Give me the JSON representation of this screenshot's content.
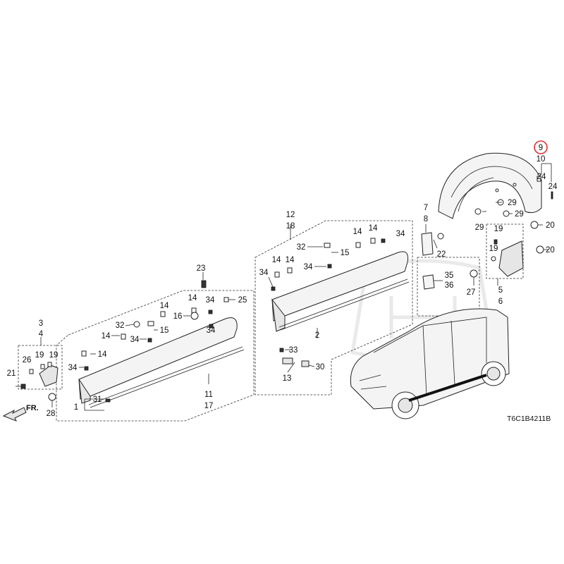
{
  "diagram_code": "T6C1B4211B",
  "front_arrow_label": "FR.",
  "highlight_color": "#e0303a",
  "callouts": [
    {
      "id": "c9",
      "label": "9",
      "highlighted": true
    },
    {
      "id": "c10",
      "label": "10"
    },
    {
      "id": "c24a",
      "label": "24"
    },
    {
      "id": "c24b",
      "label": "24"
    },
    {
      "id": "c29a",
      "label": "29"
    },
    {
      "id": "c29b",
      "label": "29"
    },
    {
      "id": "c29c",
      "label": "29"
    },
    {
      "id": "c20a",
      "label": "20"
    },
    {
      "id": "c20b",
      "label": "20"
    },
    {
      "id": "c19a",
      "label": "19"
    },
    {
      "id": "c19b",
      "label": "19"
    },
    {
      "id": "c5",
      "label": "5"
    },
    {
      "id": "c6",
      "label": "6"
    },
    {
      "id": "c27",
      "label": "27"
    },
    {
      "id": "c7",
      "label": "7"
    },
    {
      "id": "c8",
      "label": "8"
    },
    {
      "id": "c22",
      "label": "22"
    },
    {
      "id": "c35",
      "label": "35"
    },
    {
      "id": "c36",
      "label": "36"
    },
    {
      "id": "c12",
      "label": "12"
    },
    {
      "id": "c18",
      "label": "18"
    },
    {
      "id": "c14a",
      "label": "14"
    },
    {
      "id": "c14b",
      "label": "14"
    },
    {
      "id": "c34a",
      "label": "34"
    },
    {
      "id": "c32a",
      "label": "32"
    },
    {
      "id": "c15a",
      "label": "15"
    },
    {
      "id": "c34b",
      "label": "34"
    },
    {
      "id": "c14c",
      "label": "14"
    },
    {
      "id": "c14d",
      "label": "14"
    },
    {
      "id": "c34c",
      "label": "34"
    },
    {
      "id": "c2",
      "label": "2"
    },
    {
      "id": "c33",
      "label": "33"
    },
    {
      "id": "c30",
      "label": "30"
    },
    {
      "id": "c13",
      "label": "13"
    },
    {
      "id": "c23",
      "label": "23"
    },
    {
      "id": "c25",
      "label": "25"
    },
    {
      "id": "c14e",
      "label": "14"
    },
    {
      "id": "c14f",
      "label": "14"
    },
    {
      "id": "c34d",
      "label": "34"
    },
    {
      "id": "c16",
      "label": "16"
    },
    {
      "id": "c34e",
      "label": "34"
    },
    {
      "id": "c32b",
      "label": "32"
    },
    {
      "id": "c15b",
      "label": "15"
    },
    {
      "id": "c14g",
      "label": "14"
    },
    {
      "id": "c34f",
      "label": "34"
    },
    {
      "id": "c11",
      "label": "11"
    },
    {
      "id": "c17",
      "label": "17"
    },
    {
      "id": "c31",
      "label": "31"
    },
    {
      "id": "c1",
      "label": "1"
    },
    {
      "id": "c3",
      "label": "3"
    },
    {
      "id": "c4",
      "label": "4"
    },
    {
      "id": "c26",
      "label": "26"
    },
    {
      "id": "c19c",
      "label": "19"
    },
    {
      "id": "c19d",
      "label": "19"
    },
    {
      "id": "c14h",
      "label": "14"
    },
    {
      "id": "c34g",
      "label": "34"
    },
    {
      "id": "c21",
      "label": "21"
    },
    {
      "id": "c28",
      "label": "28"
    }
  ]
}
